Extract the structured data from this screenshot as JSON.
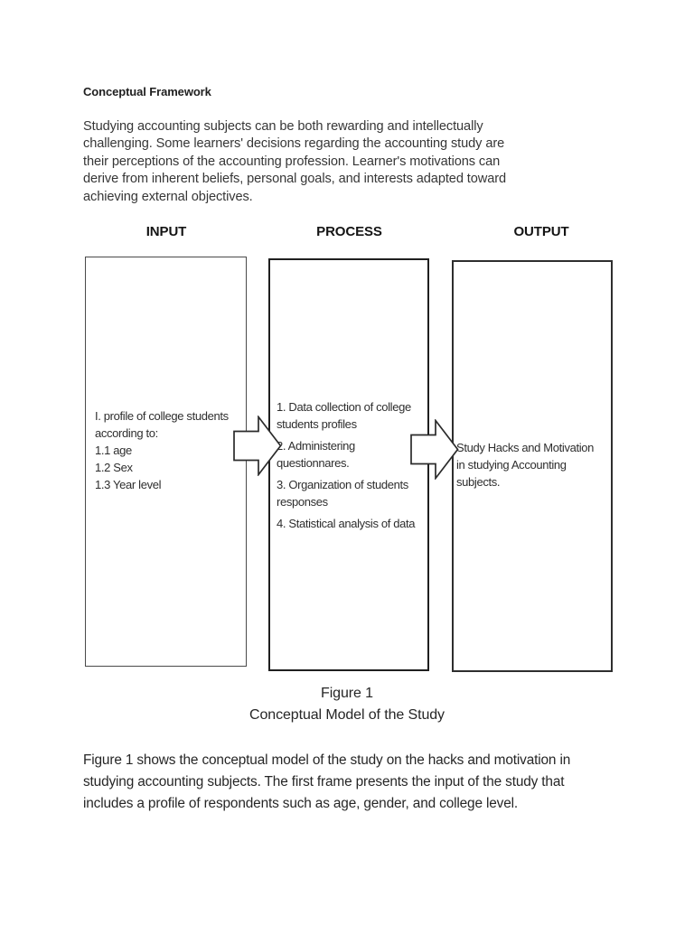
{
  "colors": {
    "background": "#ffffff",
    "text": "#333333",
    "box_border": "#262626"
  },
  "heading": "Conceptual Framework",
  "intro": {
    "lines": [
      "Studying accounting subjects can be both rewarding and intellectually",
      "challenging. Some learners' decisions regarding the accounting study are",
      "their perceptions of the accounting profession. Learner's motivations can",
      "derive from inherent beliefs, personal goals, and interests adapted toward",
      "achieving external objectives."
    ]
  },
  "diagram": {
    "headers": {
      "input": "INPUT",
      "process": "PROCESS",
      "output": "OUTPUT"
    },
    "input_box": {
      "lines": [
        "I. profile of college students",
        "according to:",
        "1.1 age",
        "1.2 Sex",
        "1.3 Year level"
      ]
    },
    "process_box": {
      "item1": {
        "line1": "1. Data collection of college",
        "line2": "students profiles"
      },
      "item2": {
        "line1": "2. Administering",
        "line2": "questionnares."
      },
      "item3": {
        "line1": "3. Organization of students",
        "line2": "responses"
      },
      "item4": {
        "line1": "4. Statistical analysis of data"
      }
    },
    "output_box": {
      "lines": [
        "Study Hacks and Motivation",
        "in studying Accounting",
        "subjects."
      ]
    },
    "arrow_icon": "right-block-arrow"
  },
  "caption": {
    "line1": "Figure 1",
    "line2": "Conceptual Model of the Study"
  },
  "footer": {
    "lines": [
      "Figure 1 shows the conceptual model of the study on the hacks and motivation in",
      "studying accounting subjects. The first frame presents the input of the study that",
      "includes a profile of respondents such as age, gender, and college level."
    ]
  }
}
